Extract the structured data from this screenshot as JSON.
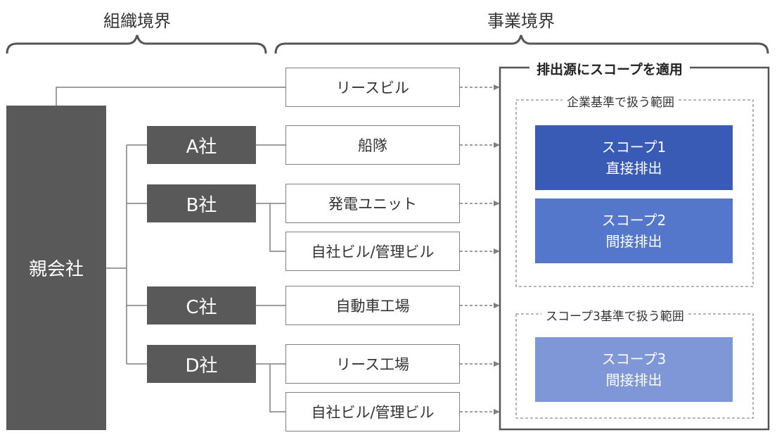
{
  "boundaries": {
    "organizational": "組織境界",
    "operational": "事業境界"
  },
  "parent": {
    "label": "親会社"
  },
  "subsidiaries": [
    {
      "label": "A社"
    },
    {
      "label": "B社"
    },
    {
      "label": "C社"
    },
    {
      "label": "D社"
    }
  ],
  "assets": [
    {
      "label": "リースビル"
    },
    {
      "label": "船隊"
    },
    {
      "label": "発電ユニット"
    },
    {
      "label": "自社ビル/管理ビル"
    },
    {
      "label": "自動車工場"
    },
    {
      "label": "リース工場"
    },
    {
      "label": "自社ビル/管理ビル"
    }
  ],
  "scope_frame": {
    "title": "排出源にスコープを適用",
    "group1_title": "企業基準で扱う範囲",
    "group2_title": "スコープ3基準で扱う範囲"
  },
  "scopes": [
    {
      "name": "スコープ1",
      "desc": "直接排出",
      "color": "#3A5BB5"
    },
    {
      "name": "スコープ2",
      "desc": "間接排出",
      "color": "#5577CB"
    },
    {
      "name": "スコープ3",
      "desc": "間接排出",
      "color": "#7F97D6"
    }
  ],
  "colors": {
    "dark_box": "#595959",
    "line": "#7f7f7f"
  }
}
